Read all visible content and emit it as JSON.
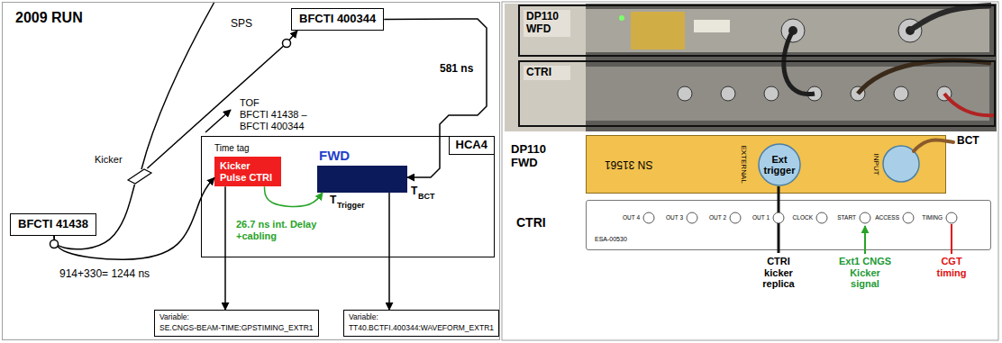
{
  "diagram": {
    "nodes": [
      {
        "text": [
          "2009 RUN"
        ]
      },
      {
        "text": [
          "BFCTI 400344"
        ],
        "in": 0
      },
      {
        "text": [
          "BFCTI 41438"
        ],
        "in": 0
      },
      {
        "text": [
          "Kicker"
        ],
        "in": 0
      },
      {
        "text": [
          "HCA4"
        ],
        "in": 0
      },
      {
        "text": [
          "Time tag",
          "Kicker Pulse CTRI"
        ],
        "in": 4
      },
      {
        "text": [
          "FWD"
        ],
        "in": 4
      },
      {
        "text": [
          "Variable:",
          "SE.CNGS-BEAM-TIME:GPSTIMING_EXTR1"
        ],
        "in": 0
      },
      {
        "text": [
          "Variable:",
          "TT40.BCTFI.400344:WAVEFORM_EXTR1"
        ],
        "in": 0
      },
      {
        "text": [
          "DP110 WFD"
        ]
      },
      {
        "text": [
          "CTRI"
        ]
      },
      {
        "text": [
          "DP110 FWD",
          "SN 31561",
          "EXTERNAL",
          "INPUT"
        ]
      },
      {
        "text": [
          "Ext trigger"
        ],
        "in": 11
      },
      {
        "text": [
          "CTRI"
        ]
      }
    ],
    "edges": [
      {
        "from": 2,
        "to": 3,
        "arrow": "none"
      },
      {
        "from": 3,
        "to": 1,
        "arrow": "to"
      },
      {
        "from": 2,
        "to": 5,
        "arrow": "to",
        "label": "914+330= 1244 ns"
      },
      {
        "from": 1,
        "to": 6,
        "arrow": "to",
        "label": "581 ns"
      },
      {
        "from": 5,
        "to": 6,
        "arrow": "to",
        "label": "26.7 ns int. Delay +cabling"
      },
      {
        "from": 5,
        "to": 7,
        "arrow": "to"
      },
      {
        "from": 6,
        "to": 8,
        "arrow": "to"
      },
      {
        "from": 13,
        "to": 12,
        "arrow": "none"
      }
    ],
    "labels": [
      "SPS",
      "TOF",
      "BFCTI 41438 – BFCTI 400344",
      "T",
      "Trigger",
      "T",
      "BCT",
      "BCT",
      "CTRI kicker replica",
      "Ext1 CNGS Kicker signal",
      "CGT timing",
      "ESA-00530",
      "OUT 4",
      "OUT 3",
      "OUT 2",
      "OUT 1",
      "CLOCK",
      "START",
      "ACCESS",
      "TIMING"
    ]
  }
}
